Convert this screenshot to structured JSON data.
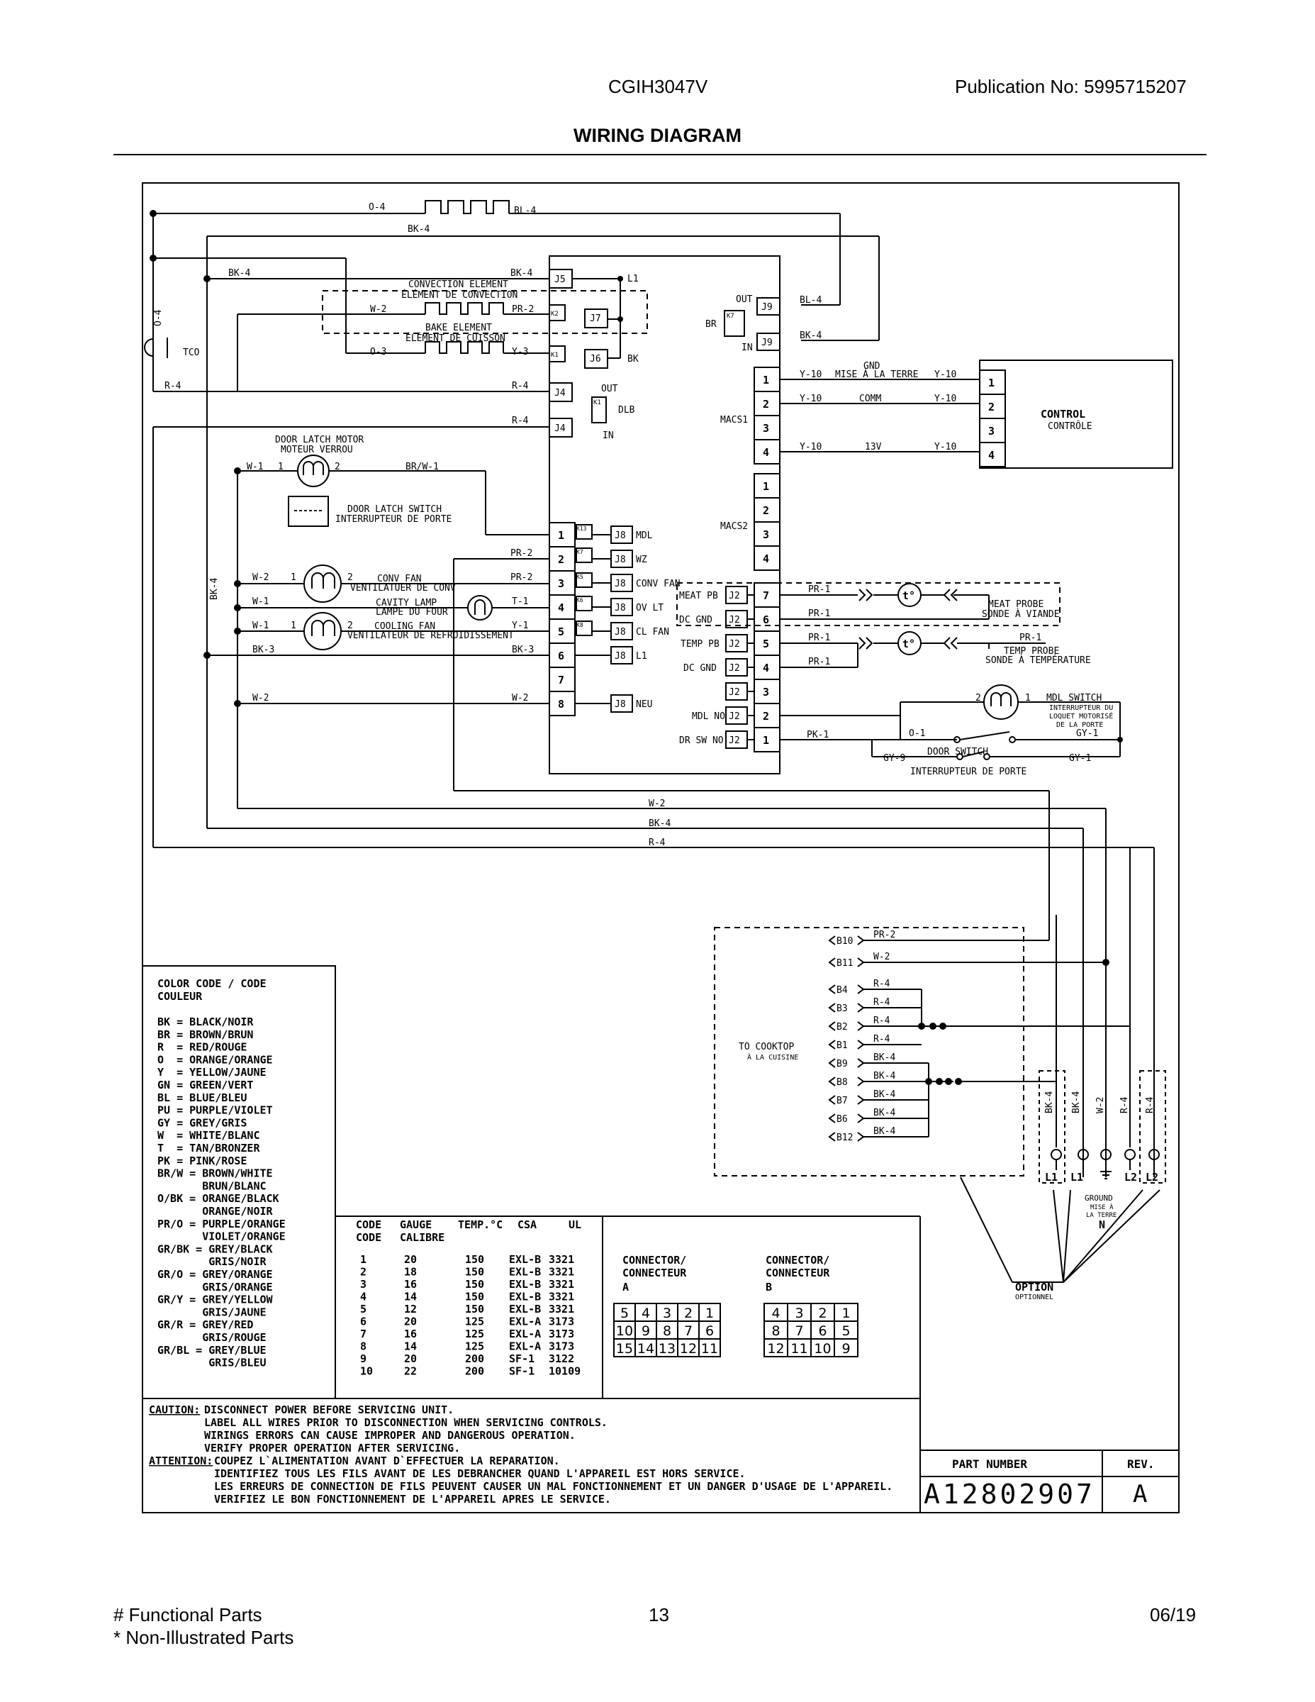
{
  "header": {
    "model": "CGIH3047V",
    "publication": "Publication No:  5995715207",
    "title": "WIRING DIAGRAM"
  },
  "footer": {
    "functional": "# Functional Parts",
    "non_illustrated": "* Non-Illustrated Parts",
    "page": "13",
    "date": "06/19"
  },
  "diagram": {
    "top_wires": [
      "O-4",
      "BL-4",
      "BK-4"
    ],
    "elements": {
      "convection_en": "CONVECTION ELEMENT",
      "convection_fr": "ÉLÉMENT DE CONVECTION",
      "bake_en": "BAKE ELEMENT",
      "bake_fr": "ÉLÉMENT DE CUISSON",
      "tco": "TCO"
    },
    "left_wires": {
      "bk4": "BK-4",
      "w2_conv": "W-2",
      "pr2": "PR-2",
      "o3": "O-3",
      "y3": "Y-3",
      "o4_vertical": "O-4",
      "r4": "R-4",
      "bk4_j5": "BK-4",
      "r4_j4a": "R-4",
      "r4_j4b": "R-4",
      "w1": "W-1",
      "brw1": "BR/W-1",
      "w2": "W-2",
      "w1b": "W-1",
      "bk3": "BK-3",
      "bk4_vert": "BK-4",
      "pr2b": "PR-2",
      "pr2c": "PR-2",
      "t1": "T-1",
      "y1": "Y-1",
      "bk3b": "BK-3",
      "w2b": "W-2",
      "w2c": "W-2"
    },
    "motor_labels": {
      "door_latch_motor_en": "DOOR LATCH MOTOR",
      "door_latch_motor_fr": "MOTEUR VERROU",
      "door_latch_switch_en": "DOOR LATCH SWITCH",
      "door_latch_switch_fr": "INTERRUPTEUR DE PORTE",
      "conv_fan_en": "CONV FAN",
      "conv_fan_fr": "VENTILATUER DE CONV",
      "cavity_lamp_en": "CAVITY LAMP",
      "cavity_lamp_fr": "LAMPE DU FOUR",
      "cooling_fan_en": "COOLING FAN",
      "cooling_fan_fr": "VENTILATEUR DE REFROIDISSEMENT"
    },
    "board": {
      "connectors_left": [
        "J5",
        "J7",
        "J6",
        "J4",
        "J4"
      ],
      "relays": [
        "K2",
        "K1",
        "K1",
        "K7"
      ],
      "labels": {
        "l1": "L1",
        "bk": "BK",
        "out": "OUT",
        "in": "IN",
        "dlb": "DLB",
        "br": "BR",
        "out2": "OUT",
        "in2": "IN",
        "j9a": "J9",
        "j9b": "J9"
      },
      "j8_outputs": [
        "MDL",
        "WZ",
        "CONV FAN",
        "OV LT",
        "CL FAN",
        "L1",
        "NEU"
      ],
      "relay_small": [
        "K13",
        "K7",
        "K5",
        "K6",
        "K8"
      ],
      "pins_left": [
        "1",
        "2",
        "3",
        "4",
        "5",
        "6",
        "7",
        "8"
      ],
      "macs1": "MACS1",
      "macs2": "MACS2",
      "macs_pins": [
        "1",
        "2",
        "3",
        "4"
      ],
      "j2_labels": [
        "MEAT PB",
        "DC GND",
        "TEMP PB",
        "DC GND",
        "",
        "MDL NO",
        "DR SW NO"
      ],
      "j2_pins": [
        "7",
        "6",
        "5",
        "4",
        "3",
        "2",
        "1"
      ]
    },
    "control": {
      "title_en": "CONTROL",
      "title_fr": "CONTRÔLE",
      "pins": [
        "1",
        "2",
        "3",
        "4"
      ],
      "gnd_en": "GND",
      "gnd_fr": "MISE À LA TERRE",
      "comm": "COMM",
      "v13": "13V",
      "y10": "Y-10"
    },
    "probes": {
      "pr1": "PR-1",
      "meat_en": "MEAT PROBE",
      "meat_fr": "SONDE À VIANDE",
      "temp_en": "TEMP PROBE",
      "temp_fr": "SONDE À TEMPÉRATURE",
      "t_symbol": "t°"
    },
    "switches": {
      "mdl_en": "MDL SWITCH",
      "mdl_fr1": "INTERRUPTEUR DU",
      "mdl_fr2": "LOQUET MOTORISÉ",
      "mdl_fr3": "DE LA PORTE",
      "door_en": "DOOR SWITCH",
      "door_fr": "INTERRUPTEUR DE PORTE",
      "o1": "O-1",
      "gy1": "GY-1",
      "gy9": "GY-9",
      "pk1": "PK-1"
    },
    "bottom_wires": [
      "W-2",
      "BK-4",
      "R-4"
    ],
    "cooktop": {
      "label_en": "TO COOKTOP",
      "label_fr": "À LA CUISINE",
      "terminals": [
        "B10",
        "B11",
        "B4",
        "B3",
        "B2",
        "B1",
        "B9",
        "B8",
        "B7",
        "B6",
        "B12"
      ],
      "wires": [
        "PR-2",
        "W-2",
        "R-4",
        "R-4",
        "R-4",
        "R-4",
        "BK-4",
        "BK-4",
        "BK-4",
        "BK-4",
        "BK-4"
      ]
    },
    "power": {
      "wires": [
        "BK-4",
        "BK-4",
        "W-2",
        "R-4",
        "R-4"
      ],
      "labels": [
        "L1",
        "L1",
        "L2",
        "L2"
      ],
      "ground_en": "GROUND",
      "ground_fr1": "MISE À",
      "ground_fr2": "LA TERRE",
      "n": "N",
      "option_en": "OPTION",
      "option_fr": "OPTIONNEL"
    }
  },
  "color_code": {
    "title": "COLOR CODE / CODE",
    "title2": "COULEUR",
    "lines": [
      "BK = BLACK/NOIR",
      "BR = BROWN/BRUN",
      "R  = RED/ROUGE",
      "O  = ORANGE/ORANGE",
      "Y  = YELLOW/JAUNE",
      "GN = GREEN/VERT",
      "BL = BLUE/BLEU",
      "PU = PURPLE/VIOLET",
      "GY = GREY/GRIS",
      "W  = WHITE/BLANC",
      "T  = TAN/BRONZER",
      "PK = PINK/ROSE",
      "BR/W = BROWN/WHITE",
      "       BRUN/BLANC",
      "O/BK = ORANGE/BLACK",
      "       ORANGE/NOIR",
      "PR/O = PURPLE/ORANGE",
      "       VIOLET/ORANGE",
      "GR/BK = GREY/BLACK",
      "        GRIS/NOIR",
      "GR/O = GREY/ORANGE",
      "       GRIS/ORANGE",
      "GR/Y = GREY/YELLOW",
      "       GRIS/JAUNE",
      "GR/R = GREY/RED",
      "       GRIS/ROUGE",
      "GR/BL = GREY/BLUE",
      "        GRIS/BLEU"
    ]
  },
  "gauge_table": {
    "headers": [
      "CODE",
      "GAUGE",
      "TEMP.°C",
      "CSA",
      "UL"
    ],
    "headers2": [
      "CODE",
      "CALIBRE"
    ],
    "rows": [
      [
        "1",
        "20",
        "150",
        "EXL-B",
        "3321"
      ],
      [
        "2",
        "18",
        "150",
        "EXL-B",
        "3321"
      ],
      [
        "3",
        "16",
        "150",
        "EXL-B",
        "3321"
      ],
      [
        "4",
        "14",
        "150",
        "EXL-B",
        "3321"
      ],
      [
        "5",
        "12",
        "150",
        "EXL-B",
        "3321"
      ],
      [
        "6",
        "20",
        "125",
        "EXL-A",
        "3173"
      ],
      [
        "7",
        "16",
        "125",
        "EXL-A",
        "3173"
      ],
      [
        "8",
        "14",
        "125",
        "EXL-A",
        "3173"
      ],
      [
        "9",
        "20",
        "200",
        "SF-1",
        "3122"
      ],
      [
        "10",
        "22",
        "200",
        "SF-1",
        "10109"
      ]
    ]
  },
  "connectors": {
    "a_title": "CONNECTOR/",
    "a_title2": "CONNECTEUR",
    "a_letter": "A",
    "a_grid": [
      [
        "5",
        "4",
        "3",
        "2",
        "1"
      ],
      [
        "10",
        "9",
        "8",
        "7",
        "6"
      ],
      [
        "15",
        "14",
        "13",
        "12",
        "11"
      ]
    ],
    "b_title": "CONNECTOR/",
    "b_title2": "CONNECTEUR",
    "b_letter": "B",
    "b_grid": [
      [
        "4",
        "3",
        "2",
        "1"
      ],
      [
        "8",
        "7",
        "6",
        "5"
      ],
      [
        "12",
        "11",
        "10",
        "9"
      ]
    ]
  },
  "caution": {
    "caution_label": "CAUTION:",
    "caution_lines": [
      "DISCONNECT POWER BEFORE SERVICING UNIT.",
      "LABEL ALL WIRES PRIOR TO DISCONNECTION WHEN SERVICING CONTROLS.",
      "WIRINGS ERRORS CAN CAUSE IMPROPER AND DANGEROUS OPERATION.",
      "VERIFY PROPER OPERATION AFTER SERVICING."
    ],
    "attention_label": "ATTENTION:",
    "attention_lines": [
      "COUPEZ L`ALIMENTATION AVANT D`EFFECTUER LA REPARATION.",
      "IDENTIFIEZ TOUS LES FILS AVANT DE LES DEBRANCHER QUAND L'APPAREIL EST HORS SERVICE.",
      "LES ERREURS DE CONNECTION DE FILS PEUVENT CAUSER UN MAL FONCTIONNEMENT ET UN DANGER D'USAGE DE L'APPAREIL.",
      "VERIFIEZ LE BON FONCTIONNEMENT DE L'APPAREIL APRES LE SERVICE."
    ]
  },
  "part_number": {
    "label": "PART NUMBER",
    "rev_label": "REV.",
    "value": "A12802907",
    "rev": "A"
  }
}
